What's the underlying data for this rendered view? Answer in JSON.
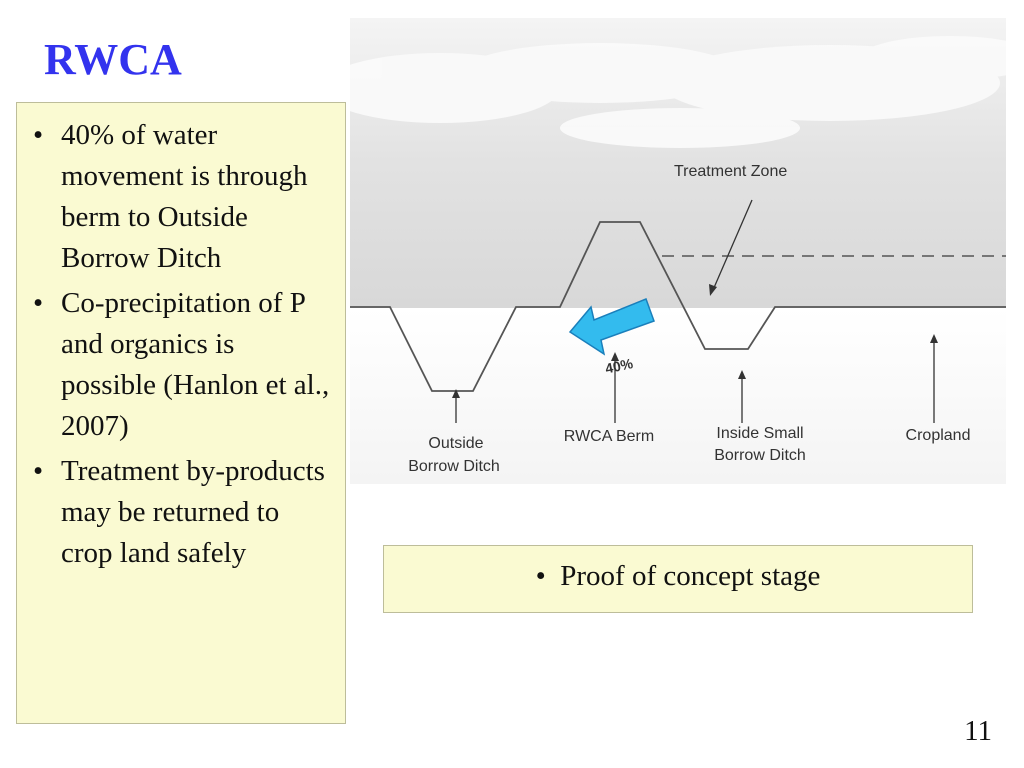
{
  "slide": {
    "title": "RWCA",
    "page_number": "11"
  },
  "left_panel": {
    "bullets": [
      "40% of water movement is through berm to Outside Borrow Ditch",
      "Co-precipitation of P and organics is possible (Hanlon et al., 2007)",
      "Treatment by-products may be returned to crop land safely"
    ]
  },
  "diagram": {
    "labels": {
      "treatment_zone": "Treatment Zone",
      "percent": "40%",
      "outside_line1": "Outside",
      "outside_line2": "Borrow Ditch",
      "berm": "RWCA Berm",
      "inside_line1": "Inside Small",
      "inside_line2": "Borrow Ditch",
      "cropland": "Cropland"
    },
    "colors": {
      "arrow": "#33bbee",
      "line": "#555555",
      "sky": "#e8e8e8"
    }
  },
  "right_panel": {
    "bullets": [
      "Proof of concept stage"
    ]
  }
}
